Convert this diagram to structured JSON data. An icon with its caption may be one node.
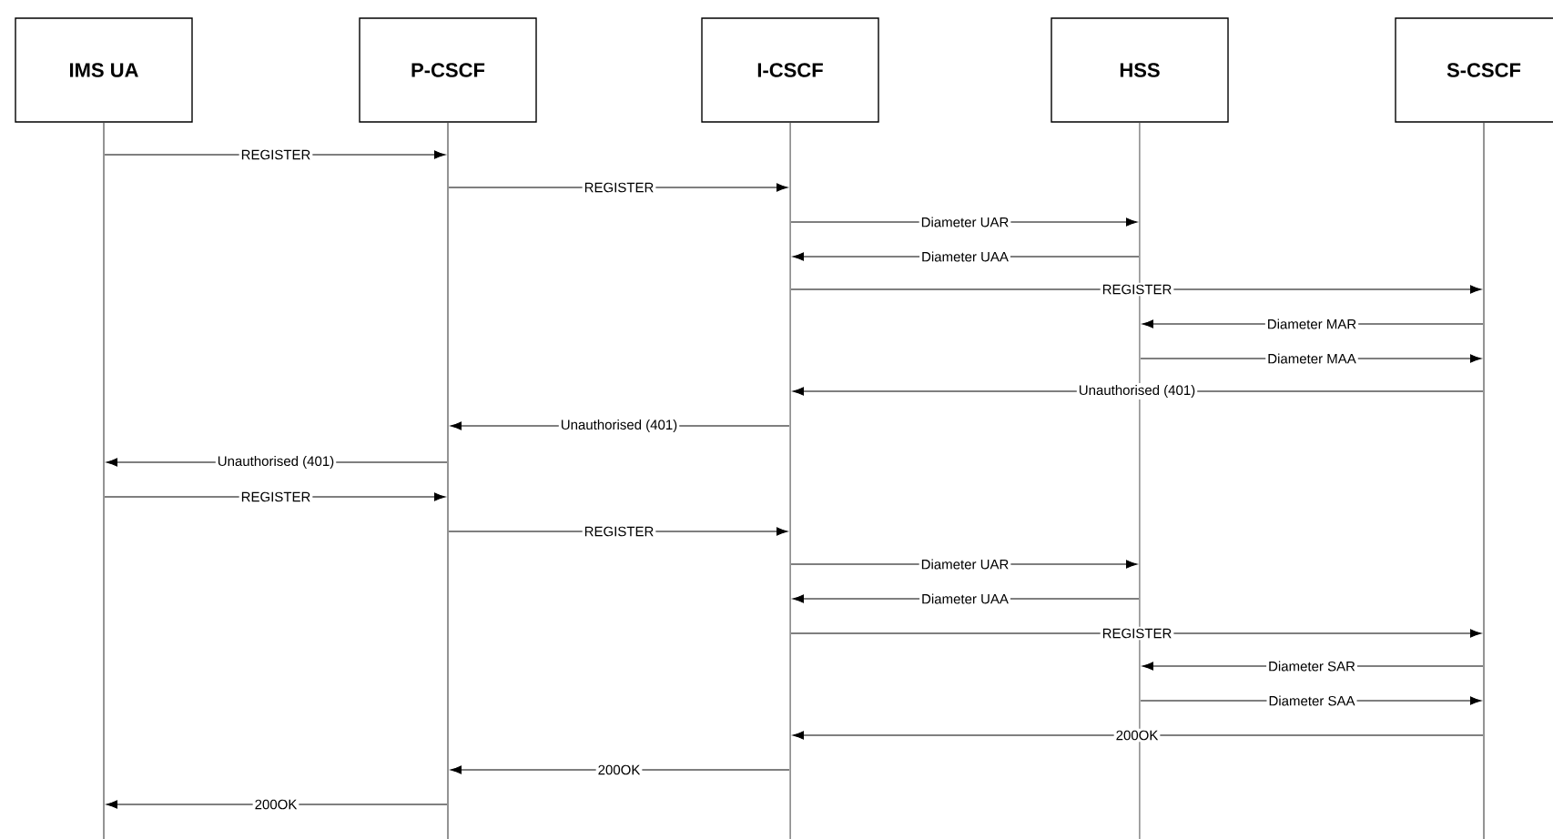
{
  "diagram": {
    "nodes": [
      {
        "text": [
          "IMS UA"
        ]
      },
      {
        "text": [
          "P-CSCF"
        ]
      },
      {
        "text": [
          "I-CSCF"
        ]
      },
      {
        "text": [
          "HSS"
        ]
      },
      {
        "text": [
          "S-CSCF"
        ]
      },
      {
        "text": [],
        "shape": "bar"
      },
      {
        "text": [],
        "shape": "bar"
      },
      {
        "text": [],
        "shape": "bar"
      },
      {
        "text": [],
        "shape": "bar"
      },
      {
        "text": [],
        "shape": "bar"
      }
    ],
    "edges": [
      {
        "from": 5,
        "to": 6,
        "arrow": "to",
        "label": "REGISTER"
      },
      {
        "from": 6,
        "to": 7,
        "arrow": "to",
        "label": "REGISTER"
      },
      {
        "from": 7,
        "to": 8,
        "arrow": "to",
        "label": "Diameter UAR"
      },
      {
        "from": 8,
        "to": 7,
        "arrow": "to",
        "label": "Diameter UAA"
      },
      {
        "from": 7,
        "to": 9,
        "arrow": "to",
        "label": "REGISTER"
      },
      {
        "from": 9,
        "to": 8,
        "arrow": "to",
        "label": "Diameter MAR"
      },
      {
        "from": 8,
        "to": 9,
        "arrow": "to",
        "label": "Diameter MAA"
      },
      {
        "from": 9,
        "to": 7,
        "arrow": "to",
        "label": "Unauthorised (401)"
      },
      {
        "from": 7,
        "to": 6,
        "arrow": "to",
        "label": "Unauthorised (401)"
      },
      {
        "from": 6,
        "to": 5,
        "arrow": "to",
        "label": "Unauthorised (401)"
      },
      {
        "from": 5,
        "to": 6,
        "arrow": "to",
        "label": "REGISTER"
      },
      {
        "from": 6,
        "to": 7,
        "arrow": "to",
        "label": "REGISTER"
      },
      {
        "from": 7,
        "to": 8,
        "arrow": "to",
        "label": "Diameter UAR"
      },
      {
        "from": 8,
        "to": 7,
        "arrow": "to",
        "label": "Diameter UAA"
      },
      {
        "from": 7,
        "to": 9,
        "arrow": "to",
        "label": "REGISTER"
      },
      {
        "from": 9,
        "to": 8,
        "arrow": "to",
        "label": "Diameter SAR"
      },
      {
        "from": 8,
        "to": 9,
        "arrow": "to",
        "label": "Diameter SAA"
      },
      {
        "from": 9,
        "to": 7,
        "arrow": "to",
        "label": "200OK"
      },
      {
        "from": 7,
        "to": 6,
        "arrow": "to",
        "label": "200OK"
      },
      {
        "from": 6,
        "to": 5,
        "arrow": "to",
        "label": "200OK"
      }
    ]
  }
}
